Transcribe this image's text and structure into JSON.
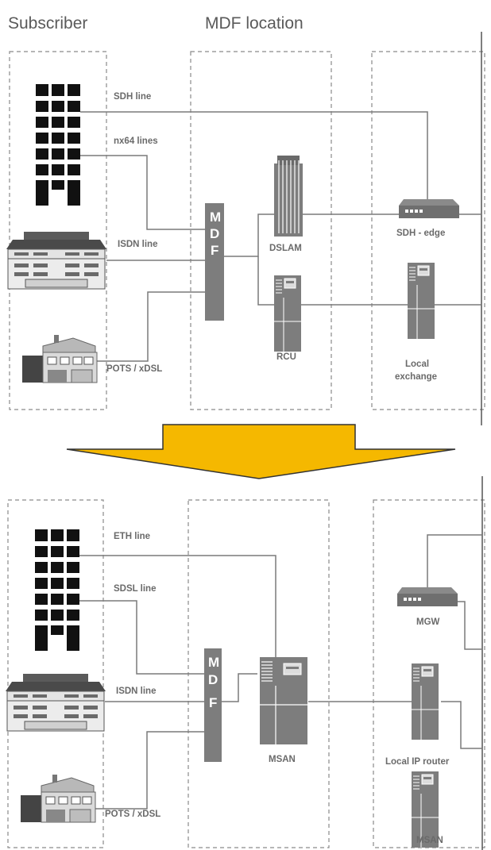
{
  "headers": {
    "subscriber": "Subscriber",
    "mdf_location": "MDF location"
  },
  "top": {
    "lines": {
      "sdh": "SDH line",
      "nx64": "nx64 lines",
      "isdn": "ISDN line",
      "pots": "POTS / xDSL"
    },
    "mdf_letters": [
      "M",
      "D",
      "F"
    ],
    "devices": {
      "dslam": "DSLAM",
      "rcu": "RCU",
      "sdh_edge": "SDH - edge",
      "local_exchange_1": "Local",
      "local_exchange_2": "exchange"
    }
  },
  "bottom": {
    "lines": {
      "eth": "ETH line",
      "sdsl": "SDSL line",
      "isdn": "ISDN line",
      "pots": "POTS / xDSL"
    },
    "mdf_letters": [
      "M",
      "D",
      "F"
    ],
    "devices": {
      "msan": "MSAN",
      "mgw": "MGW",
      "local_ip_router": "Local IP router",
      "msan_2": "MSAN"
    }
  },
  "colors": {
    "arrow": "#f5b800",
    "device": "#7d7d7d",
    "wire": "#7a7a7a",
    "dashed_box": "#8a8a8a"
  }
}
